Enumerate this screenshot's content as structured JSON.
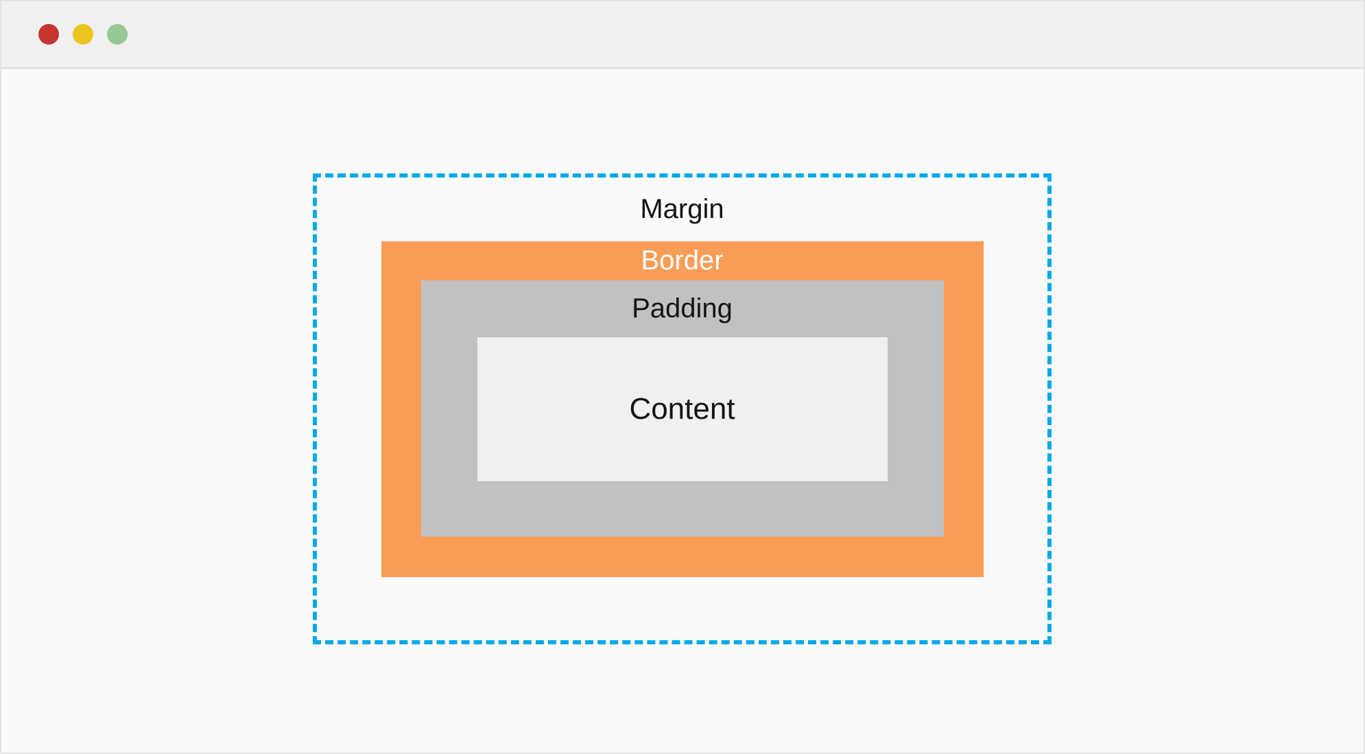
{
  "window": {
    "background": "#fafafa",
    "titlebar_background": "#f0f0f0",
    "traffic_lights": [
      {
        "name": "close",
        "color": "#c4362f"
      },
      {
        "name": "minimize",
        "color": "#eac51e"
      },
      {
        "name": "maximize",
        "color": "#95c895"
      }
    ]
  },
  "box_model": {
    "margin": {
      "label": "Margin",
      "color": "#00a9e8"
    },
    "border": {
      "label": "Border",
      "color": "#f99d56"
    },
    "padding": {
      "label": "Padding",
      "color": "#c1c1c1"
    },
    "content": {
      "label": "Content",
      "color": "#f0f0f0"
    }
  }
}
